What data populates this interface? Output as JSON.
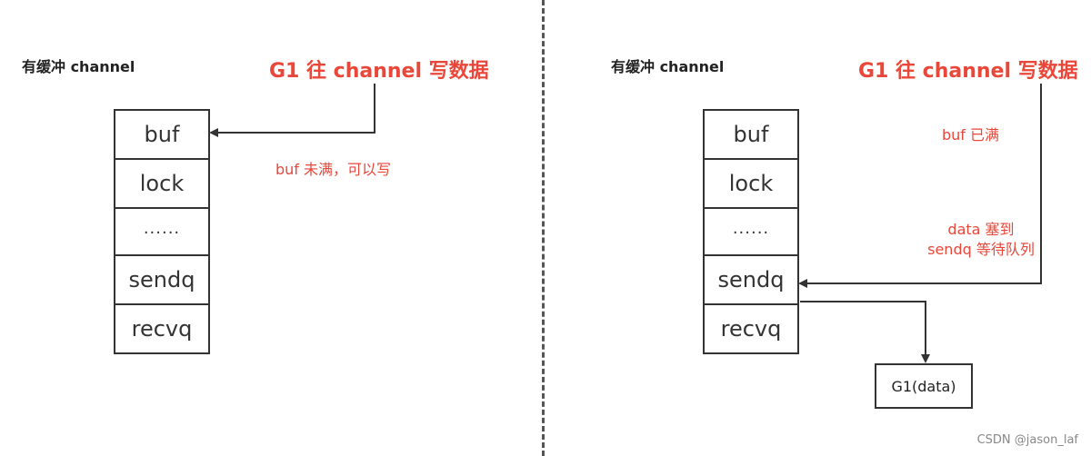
{
  "left": {
    "title": "有缓冲 channel",
    "action": "G1 往 channel 写数据",
    "note": "buf 未满，可以写",
    "cells": [
      "buf",
      "lock",
      "......",
      "sendq",
      "recvq"
    ]
  },
  "right": {
    "title": "有缓冲 channel",
    "action": "G1 往 channel 写数据",
    "note_full": "buf 已满",
    "note_queue_line1": "data 塞到",
    "note_queue_line2": "sendq 等待队列",
    "cells": [
      "buf",
      "lock",
      "......",
      "sendq",
      "recvq"
    ],
    "goroutine_box": "G1(data)"
  },
  "watermark": "CSDN @jason_laf",
  "colors": {
    "accent": "#e8473a",
    "stroke": "#333333"
  }
}
